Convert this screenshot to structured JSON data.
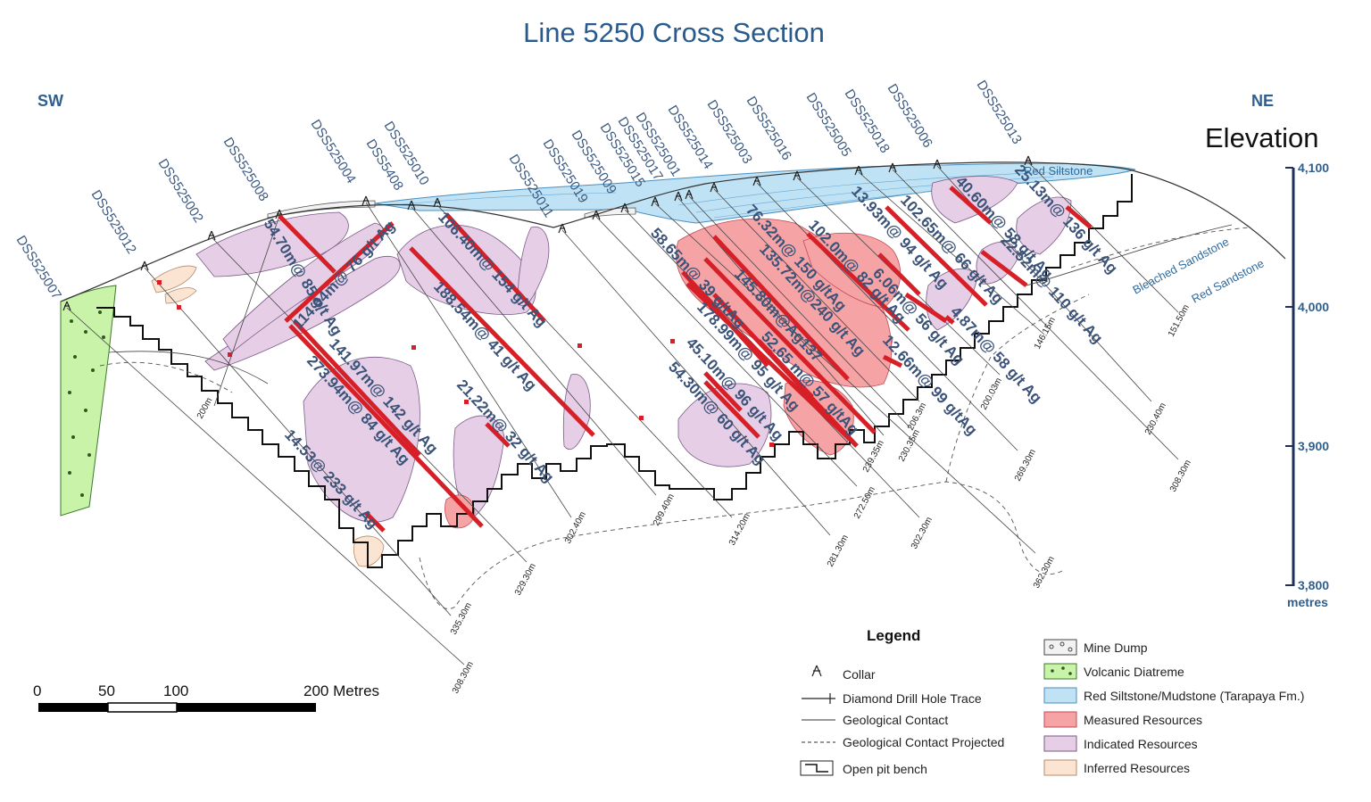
{
  "title": "Line 5250 Cross Section",
  "direction_left": "SW",
  "direction_right": "NE",
  "elevation_axis": {
    "heading": "Elevation",
    "ticks": [
      "4,100",
      "4,000",
      "3,900",
      "3,800"
    ],
    "unit": "metres"
  },
  "drill_holes": [
    "DSS525007",
    "DSS525012",
    "DSS525002",
    "DSS525008",
    "DSS525004",
    "DSS5408",
    "DSS525010",
    "DSS525011",
    "DSS525019",
    "DSS525009",
    "DSS525015",
    "DSS525017",
    "DSS525001",
    "DSS525014",
    "DSS525003",
    "DSS525016",
    "DSS525005",
    "DSS525018",
    "DSS525006",
    "DSS525013"
  ],
  "hole_depths": [
    "200m",
    "308.30m",
    "335.30m",
    "329.30m",
    "302.40m",
    "299.40m",
    "314.20m",
    "281.30m",
    "272.50m",
    "302.30m",
    "362.30m",
    "239.35m",
    "230.35m",
    "206.3m",
    "269.30m",
    "200.03m",
    "146.15m",
    "151.50m",
    "230.40m",
    "308.30m"
  ],
  "intercepts": [
    "54.70m@ 85 g/t Ag",
    "114.64m@ 76 g/t Ag",
    "141.97m@ 142 g/t Ag",
    "273.94m@ 84 g/t Ag",
    "14.53@ 233 g/t Ag",
    "106.40m@ 154 g/t Ag",
    "188.54m@ 41 g/t Ag",
    "21.22m@ 32 g/t Ag",
    "58.65m@ 39 g/tAg",
    "178.99m@ 95 g/t Ag",
    "45.10m@ 96 g/t Ag",
    "54.30m@ 60 g/t Ag",
    "76.32m@ 150 g/tAg",
    "135.72m@240 g/t Ag",
    "145.80m@Ag137",
    "52.65 m@ 57 g/tAg",
    "102.0m@ 82 g/t Ag",
    "13.93m@ 94 g/t Ag",
    "6.06m@ 56 g/t Ag",
    "12.66m@ 99 g/tAg",
    "102.65m@ 66 g/t Ag",
    "4.87m@ 58 g/t Ag",
    "40.60m@ 58 g/t Ag",
    "22.52m@ 110 g/t Ag",
    "25.13m@ 136 g/t Ag"
  ],
  "unit_labels": [
    "Red Siltstone",
    "Bleached Sandstone",
    "Red Sandstone"
  ],
  "legend": {
    "title": "Legend",
    "symbols": [
      "Collar",
      "Diamond Drill Hole Trace",
      "Geological Contact",
      "Geological Contact Projected",
      "Open pit bench"
    ],
    "units": [
      "Mine Dump",
      "Volcanic Diatreme",
      "Red Siltstone/Mudstone (Tarapaya Fm.)",
      "Measured Resources",
      "Indicated Resources",
      "Inferred Resources"
    ]
  },
  "scale_bar": {
    "labels": [
      "0",
      "50",
      "100",
      "200 Metres"
    ]
  },
  "colors": {
    "title": "#2a5a8c",
    "measured": "#f6a3a6",
    "indicated": "#e6cfe6",
    "inferred": "#fbe5d2",
    "diatreme": "#c9f3a8",
    "siltstone": "#bfe2f4",
    "intercept": "#d61f26"
  }
}
